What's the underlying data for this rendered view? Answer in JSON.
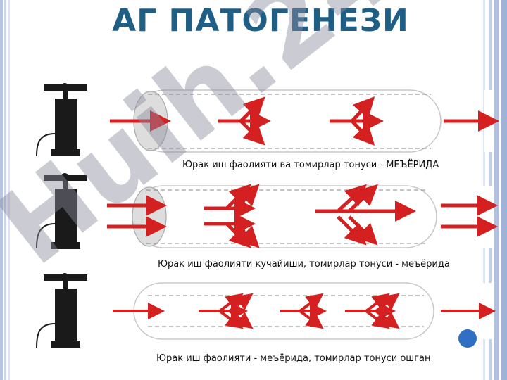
{
  "title": "АГ ПАТОГЕНЕЗИ",
  "rows": [
    {
      "caption": "Юрак иш фаолияти ва томирлар тонуси - МЕЪЁРИДА"
    },
    {
      "caption": "Юрак иш фаолияти кучайиши, томирлар тонуси - меъёрида"
    },
    {
      "caption": "Юрак иш фаолияти - меъёрида, томирлар тонуси ошган"
    }
  ],
  "watermark": "Huih.24",
  "colors": {
    "arrow": "#d42020",
    "title": "#1f5f86",
    "pump": "#1a1a1a"
  },
  "icons": [
    "pump-icon",
    "tube-icon",
    "arrow-icon"
  ]
}
